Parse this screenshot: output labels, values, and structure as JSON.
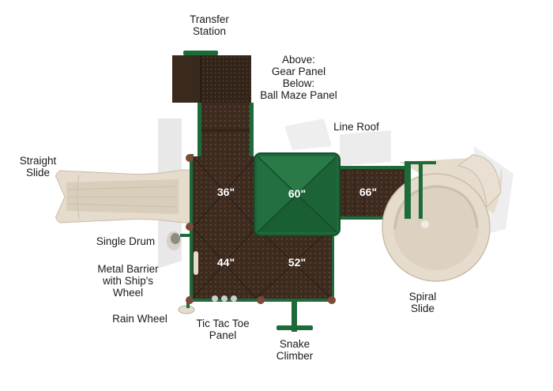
{
  "labels": {
    "transfer_station": [
      "Transfer",
      "Station"
    ],
    "above_below": [
      "Above:",
      "Gear Panel",
      "Below:",
      "Ball Maze Panel"
    ],
    "line_roof": "Line Roof",
    "straight_slide": [
      "Straight",
      "Slide"
    ],
    "single_drum": "Single Drum",
    "metal_barrier": [
      "Metal Barrier",
      "with Ship's",
      "Wheel"
    ],
    "rain_wheel": "Rain Wheel",
    "tic_tac_toe": [
      "Tic Tac Toe",
      "Panel"
    ],
    "snake_climber": [
      "Snake",
      "Climber"
    ],
    "spiral_slide": [
      "Spiral",
      "Slide"
    ]
  },
  "deck_heights": {
    "deck_36": "36\"",
    "deck_60": "60\"",
    "deck_66": "66\"",
    "deck_44": "44\"",
    "deck_52": "52\""
  },
  "colors": {
    "deck_brown": "#3d2b1f",
    "post_green": "#1e6b3a",
    "roof_green": "#1f6a3c",
    "slide_tan": "#e6dccd",
    "shadow": "#e4e4e4",
    "label_text": "#1a1a1a"
  }
}
